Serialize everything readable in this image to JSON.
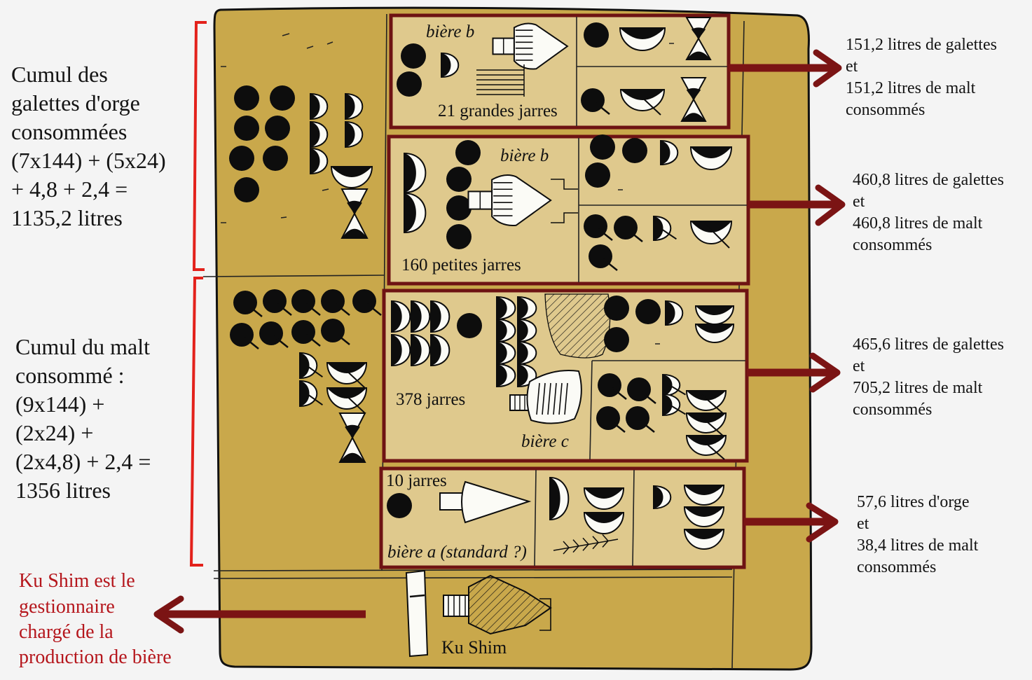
{
  "colors": {
    "tablet": "#c9a84b",
    "box_fill": "#dfc98d",
    "box_border": "#6e1313",
    "bracket": "#e3211b",
    "arrow": "#7b1414",
    "manager_text": "#b5161c"
  },
  "annotations_left": {
    "barley_cakes": [
      "Cumul des",
      "galettes d'orge",
      "consommées",
      "(7x144) + (5x24)",
      "+ 4,8 + 2,4 =",
      "1135,2 litres"
    ],
    "malt": [
      "Cumul du malt",
      "consommé :",
      "(9x144) +",
      "(2x24) +",
      "(2x4,8) + 2,4 =",
      "1356 litres"
    ]
  },
  "manager_note": [
    "Ku Shim est le",
    "gestionnaire",
    "chargé de la",
    "production de bière"
  ],
  "tablet": {
    "boxes": [
      {
        "beer_type": "bière b",
        "jars": "21 grandes jarres"
      },
      {
        "beer_type": "bière b",
        "jars": "160 petites jarres"
      },
      {
        "jars": "378 jarres",
        "beer_type": "bière c"
      },
      {
        "jars": "10 jarres",
        "beer_type": "bière a (standard ?)"
      }
    ],
    "manager_name": "Ku Shim"
  },
  "annotations_right": [
    [
      "151,2 litres de galettes",
      "et",
      "151,2 litres de malt",
      "consommés"
    ],
    [
      "460,8 litres de galettes",
      "et",
      "460,8 litres de malt",
      "consommés"
    ],
    [
      "465,6 litres de galettes",
      "et",
      "705,2 litres de malt",
      "consommés"
    ],
    [
      "57,6 litres d'orge",
      "et",
      "38,4 litres de malt",
      "consommés"
    ]
  ]
}
